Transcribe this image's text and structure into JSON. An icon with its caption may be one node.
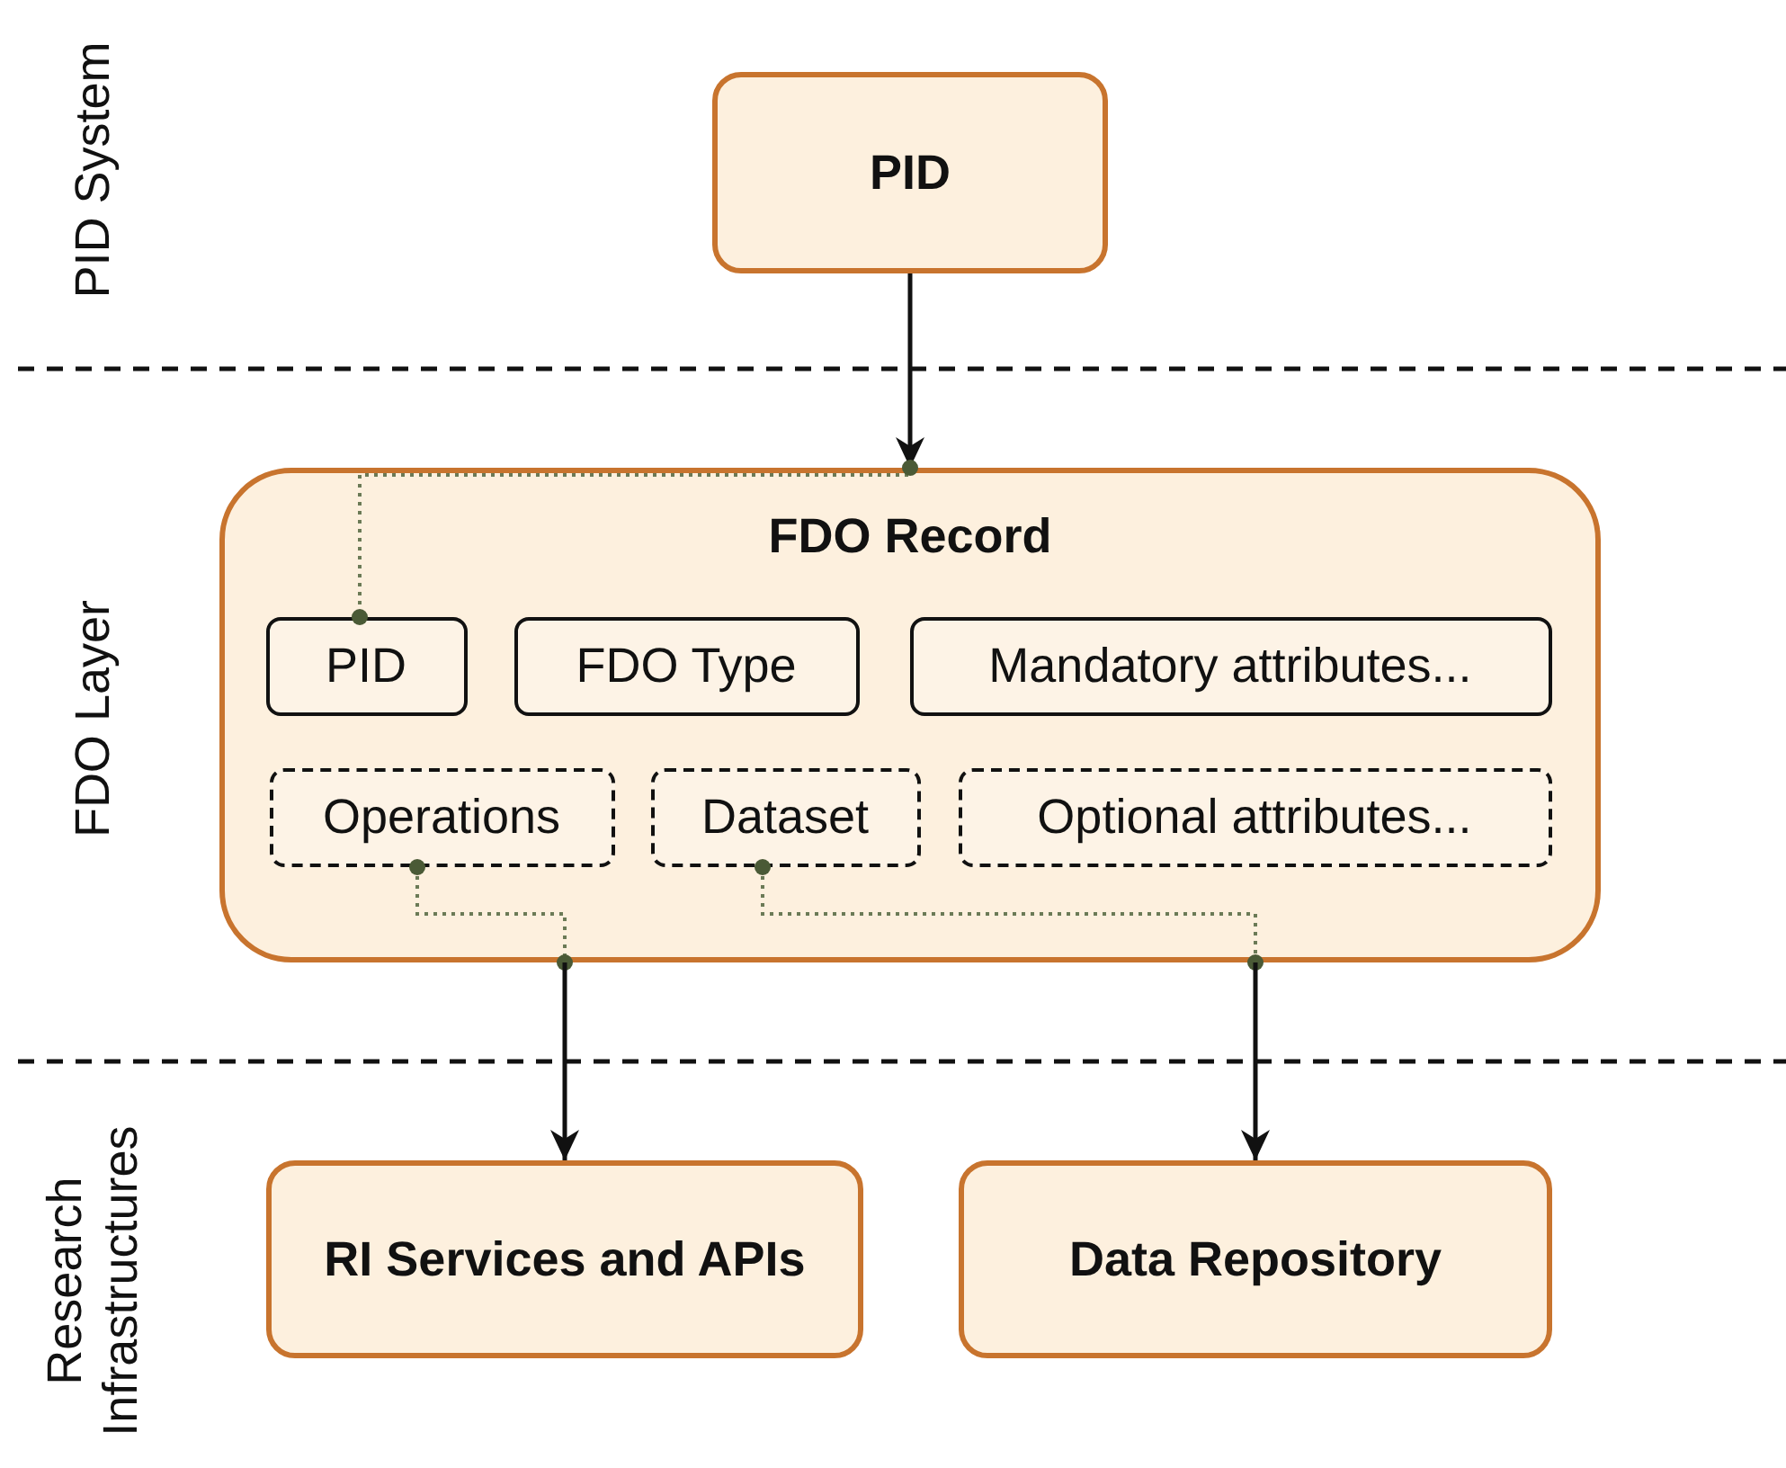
{
  "diagram": {
    "nodes": [
      {
        "text": [
          "PID"
        ]
      },
      {
        "text": [
          "FDO Record"
        ]
      },
      {
        "text": [
          "PID"
        ],
        "in": 1
      },
      {
        "text": [
          "FDO Type"
        ],
        "in": 1
      },
      {
        "text": [
          "Mandatory attributes..."
        ],
        "in": 1
      },
      {
        "text": [
          "Operations"
        ],
        "in": 1
      },
      {
        "text": [
          "Dataset"
        ],
        "in": 1
      },
      {
        "text": [
          "Optional attributes..."
        ],
        "in": 1
      },
      {
        "text": [
          "RI Services and APIs"
        ]
      },
      {
        "text": [
          "Data Repository"
        ]
      }
    ],
    "edges": [
      {
        "from": 0,
        "to": 1,
        "arrow": "to"
      },
      {
        "from": 1,
        "to": 2,
        "arrow": "other",
        "style": "dashed",
        "color": "#6b7a56"
      },
      {
        "from": 5,
        "to": 1,
        "arrow": "other",
        "style": "dashed",
        "color": "#6b7a56"
      },
      {
        "from": 1,
        "to": 8,
        "arrow": "to"
      },
      {
        "from": 6,
        "to": 1,
        "arrow": "other",
        "style": "dashed",
        "color": "#6b7a56"
      },
      {
        "from": 1,
        "to": 9,
        "arrow": "to"
      }
    ],
    "labels": [
      "PID System",
      "FDO Layer",
      "Research Infrastructures"
    ]
  }
}
